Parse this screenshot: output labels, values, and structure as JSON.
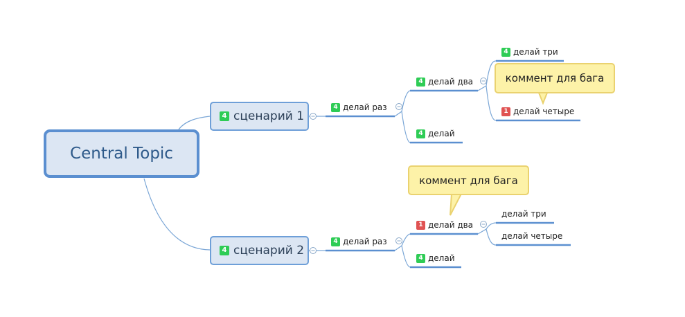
{
  "central_topic": {
    "label": "Central Topic"
  },
  "badge_colors": {
    "green": "#2ecc55",
    "red": "#e05252"
  },
  "branches": [
    {
      "label": "сценарий 1",
      "badge": "4",
      "child": {
        "label": "делай раз",
        "badge": "4",
        "children": [
          {
            "label": "делай два",
            "badge": "4",
            "children": [
              {
                "label": "делай три",
                "badge": "4"
              },
              {
                "label": "делай четыре",
                "badge": "1"
              }
            ],
            "comment": "коммент для бага"
          },
          {
            "label": "делай",
            "badge": "4"
          }
        ]
      }
    },
    {
      "label": "сценарий 2",
      "badge": "4",
      "child": {
        "label": "делай раз",
        "badge": "4",
        "children": [
          {
            "label": "делай два",
            "badge": "1",
            "comment": "коммент для бага",
            "children": [
              {
                "label": "делай три"
              },
              {
                "label": "делай четыре"
              }
            ]
          },
          {
            "label": "делай",
            "badge": "4"
          }
        ]
      }
    }
  ]
}
